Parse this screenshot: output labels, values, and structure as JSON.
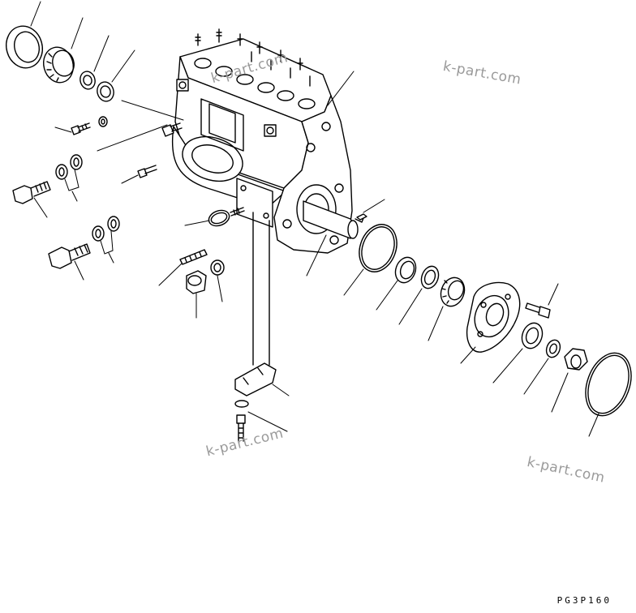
{
  "watermarks": [
    "k-part.com",
    "k-part.com",
    "k-part.com",
    "k-part.com"
  ],
  "drawing_code": "PG3P160"
}
